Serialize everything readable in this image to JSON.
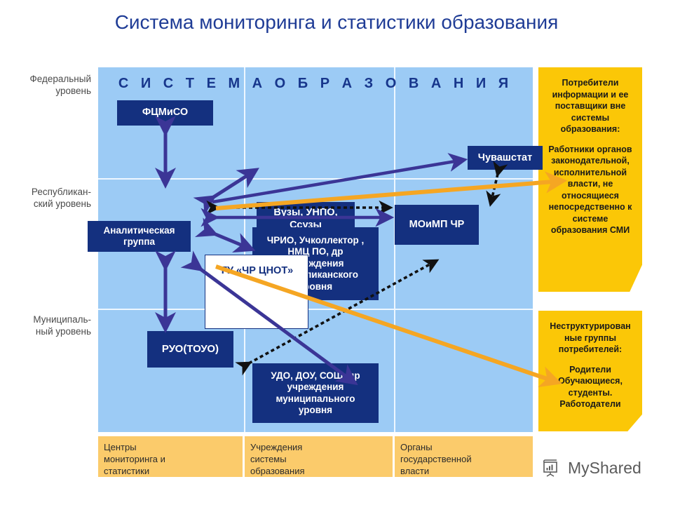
{
  "slide": {
    "title": "Система мониторинга и статистики образования",
    "board_title": "С И С Т Е М А   О Б Р А З О В А Н И Я"
  },
  "colors": {
    "title_blue": "#1F3C96",
    "board_light_blue": "#9CCBF5",
    "navy_box": "#14307F",
    "yellow_panel": "#FBC707",
    "footer_yellow": "#FBCB6B",
    "arrow_purple": "#3B3596",
    "arrow_orange": "#F5A623",
    "arrow_black": "#111111"
  },
  "levels": [
    {
      "id": "federal",
      "label": "Федеральный\nуровень"
    },
    {
      "id": "republic",
      "label": "Республикан-\nский уровень"
    },
    {
      "id": "municipal",
      "label": "Муниципаль-\nный уровень"
    }
  ],
  "level_labels": {
    "federal_line1": "Федеральный",
    "federal_line2": "уровень",
    "republic_line1": "Республикан-",
    "republic_line2": "ский уровень",
    "municipal_line1": "Муниципаль-",
    "municipal_line2": "ный уровень"
  },
  "boxes": {
    "fcmiso": "ФЦМиСО",
    "vuzy": "Вузы, УНПО,\nСсузы",
    "gu_cnot": "ГУ «ЧР ЦНОТ»",
    "analytic_group": "Аналитическая\nгруппа",
    "chrio": "ЧРИО, Учколлектор ,\nНМЦ ПО, др\nучреждения\nреспубликанского\nуровня",
    "moimp": "МОиМП  ЧР",
    "chuvashstat": "Чувашстат",
    "ruo": "РУО(ТОУО)",
    "udo": "УДО, ДОУ, СОШ, др\nучреждения\nмуниципального\nуровня"
  },
  "footer": [
    {
      "id": "centers",
      "label": "Центры\nмониторинга и\nстатистики"
    },
    {
      "id": "institutions",
      "label": "Учреждения\nсистемы\nобразования"
    },
    {
      "id": "authorities",
      "label": "Органы\nгосударственной\nвласти"
    }
  ],
  "footer_cells": {
    "cell1": "Центры\nмониторинга и\nстатистики",
    "cell2": "Учреждения\nсистемы\nобразования",
    "cell3": "Органы\nгосударственной\nвласти"
  },
  "panels": {
    "top": {
      "heading": "Потребители информации и  ее поставщики вне системы образования:",
      "body": "Работники органов законодательной, исполнительной власти, не относящиеся непосредственно к системе образования СМИ"
    },
    "bottom": {
      "heading": "Неструктурирован ные группы потребителей:",
      "body": "Родители Обучающиеся, студенты. Работодатели"
    }
  },
  "watermark": {
    "text": "MyShared",
    "icon": "presentation-board-icon"
  },
  "chart_data": {
    "type": "diagram",
    "title": "Система мониторинга и статистики образования",
    "nodes": [
      {
        "id": "fcmiso",
        "label": "ФЦМиСО",
        "level": "federal",
        "column": "centers"
      },
      {
        "id": "vuzy",
        "label": "Вузы, УНПО, Ссузы",
        "level": "federal",
        "column": "institutions"
      },
      {
        "id": "gu_cnot",
        "label": "ГУ «ЧР ЦНОТ»",
        "level": "republic",
        "column": "centers"
      },
      {
        "id": "analytic",
        "label": "Аналитическая группа",
        "level": "republic",
        "column": "centers"
      },
      {
        "id": "chrio",
        "label": "ЧРИО, Учколлектор, НМЦ ПО, др учреждения республиканского уровня",
        "level": "republic",
        "column": "institutions"
      },
      {
        "id": "moimp",
        "label": "МОиМП ЧР",
        "level": "republic",
        "column": "authorities"
      },
      {
        "id": "chuvashstat",
        "label": "Чувашстат",
        "level": "federal",
        "column": "authorities"
      },
      {
        "id": "ruo",
        "label": "РУО(ТОУО)",
        "level": "municipal",
        "column": "centers"
      },
      {
        "id": "udo",
        "label": "УДО, ДОУ, СОШ, др учреждения муниципального уровня",
        "level": "municipal",
        "column": "institutions"
      },
      {
        "id": "panel_top",
        "label": "Потребители информации и ее поставщики вне системы образования",
        "column": "external"
      },
      {
        "id": "panel_bottom",
        "label": "Неструктурированные группы потребителей",
        "column": "external"
      }
    ],
    "edges": [
      {
        "from": "fcmiso",
        "to": "gu_cnot",
        "style": "solid",
        "color": "#3B3596",
        "direction": "both"
      },
      {
        "from": "gu_cnot",
        "to": "vuzy",
        "style": "solid",
        "color": "#3B3596",
        "direction": "both"
      },
      {
        "from": "gu_cnot",
        "to": "chuvashstat",
        "style": "solid",
        "color": "#3B3596",
        "direction": "to"
      },
      {
        "from": "gu_cnot",
        "to": "moimp",
        "style": "dotted",
        "color": "#111111",
        "direction": "both"
      },
      {
        "from": "gu_cnot",
        "to": "moimp",
        "style": "solid",
        "color": "#3B3596",
        "direction": "both"
      },
      {
        "from": "gu_cnot",
        "to": "chrio",
        "style": "solid",
        "color": "#3B3596",
        "direction": "both"
      },
      {
        "from": "gu_cnot",
        "to": "ruo",
        "style": "solid",
        "color": "#3B3596",
        "direction": "both"
      },
      {
        "from": "chuvashstat",
        "to": "moimp",
        "style": "dotted",
        "color": "#111111",
        "direction": "both"
      },
      {
        "from": "moimp",
        "to": "udo",
        "style": "dotted",
        "color": "#111111",
        "direction": "both"
      },
      {
        "from": "ruo",
        "to": "udo",
        "style": "dotted",
        "color": "#111111",
        "direction": "both"
      },
      {
        "from": "gu_cnot",
        "to": "udo",
        "style": "solid",
        "color": "#3B3596",
        "direction": "both"
      },
      {
        "from": "chrio",
        "to": "panel_top",
        "style": "solid",
        "color": "#F5A623",
        "direction": "to"
      },
      {
        "from": "gu_cnot",
        "to": "panel_bottom",
        "style": "solid",
        "color": "#F5A623",
        "direction": "to"
      }
    ]
  }
}
